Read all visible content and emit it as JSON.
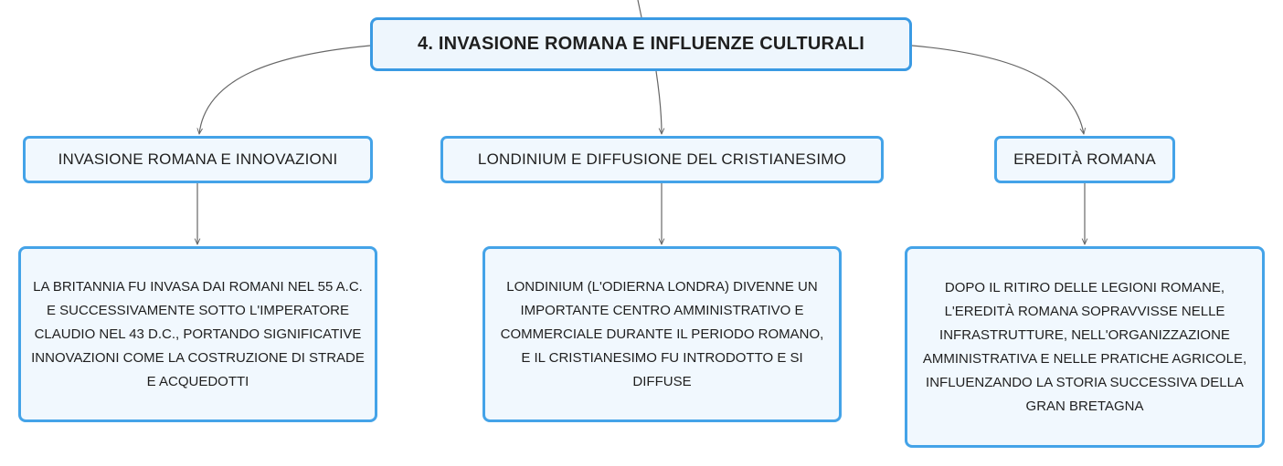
{
  "diagram": {
    "root": {
      "label": "4. INVASIONE ROMANA E INFLUENZE CULTURALI"
    },
    "branches": [
      {
        "topic": "INVASIONE ROMANA E INNOVAZIONI",
        "detail": "LA BRITANNIA FU INVASA DAI ROMANI NEL 55 A.C. E SUCCESSIVAMENTE SOTTO L'IMPERATORE CLAUDIO NEL 43 D.C., PORTANDO SIGNIFICATIVE INNOVAZIONI COME LA COSTRUZIONE DI STRADE E ACQUEDOTTI"
      },
      {
        "topic": "LONDINIUM E DIFFUSIONE DEL CRISTIANESIMO",
        "detail": "LONDINIUM (L'ODIERNA LONDRA) DIVENNE UN IMPORTANTE CENTRO AMMINISTRATIVO E COMMERCIALE DURANTE IL PERIODO ROMANO, E IL CRISTIANESIMO FU INTRODOTTO E SI DIFFUSE"
      },
      {
        "topic": "EREDITÀ ROMANA",
        "detail": "DOPO IL RITIRO DELLE LEGIONI ROMANE, L'EREDITÀ ROMANA SOPRAVVISSE NELLE INFRASTRUTTURE, NELL'ORGANIZZAZIONE AMMINISTRATIVA E NELLE PRATICHE AGRICOLE, INFLUENZANDO LA STORIA SUCCESSIVA DELLA GRAN BRETAGNA"
      }
    ],
    "colors": {
      "border": "#44a3e8",
      "fill": "#f1f8fe",
      "connector": "#666666"
    }
  }
}
